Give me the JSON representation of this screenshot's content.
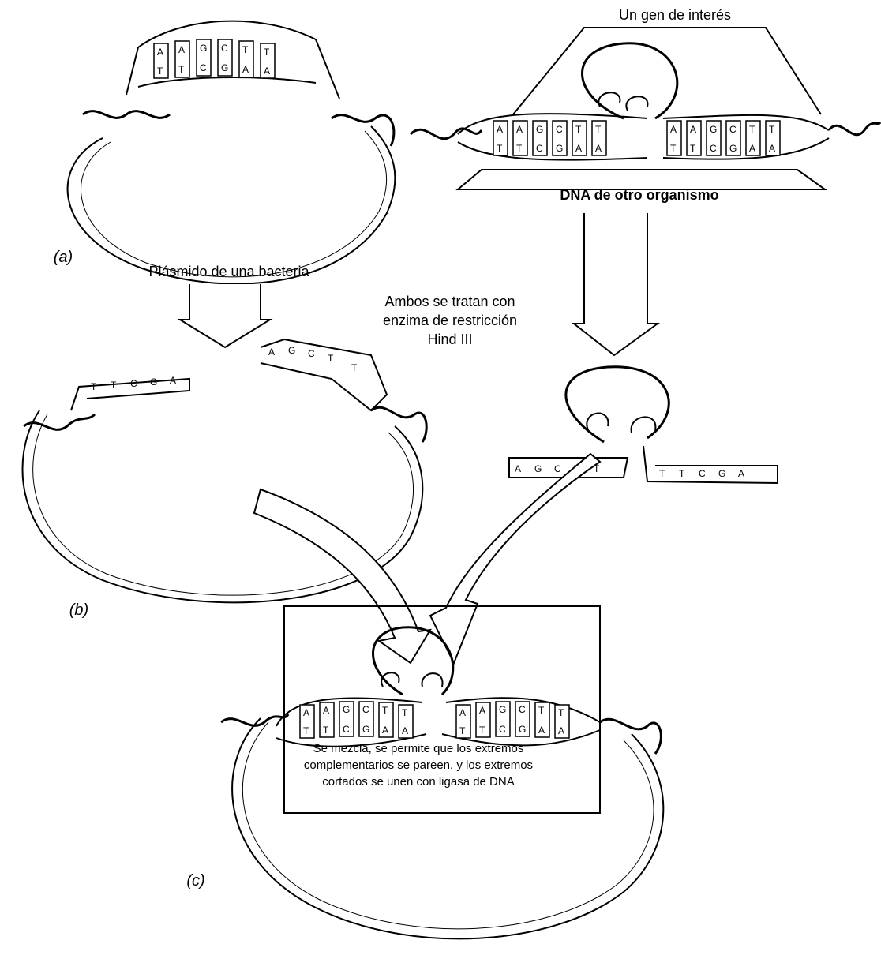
{
  "labels": {
    "gene_of_interest": "Un gen de interés",
    "other_dna": "DNA de otro organismo",
    "plasmid": "Plásmido de una bacteria",
    "treatment": "Ambos se tratan con enzima de restricción Hind III",
    "mixing": "Se mezcla, se permite que los extremos complementarios se pareen, y los extremos cortados se unen con ligasa de DNA",
    "panel_a": "(a)",
    "panel_b": "(b)",
    "panel_c": "(c)"
  },
  "sequences": {
    "top_strand": [
      "A",
      "A",
      "G",
      "C",
      "T",
      "T"
    ],
    "bottom_strand": [
      "T",
      "T",
      "C",
      "G",
      "A",
      "A"
    ],
    "sticky_top": [
      "A",
      "G",
      "C",
      "T",
      "T"
    ],
    "sticky_bottom": [
      "T",
      "T",
      "C",
      "G",
      "A"
    ]
  },
  "colors": {
    "ink": "#000000",
    "paper": "#ffffff",
    "fill": "#f2f2f2"
  }
}
